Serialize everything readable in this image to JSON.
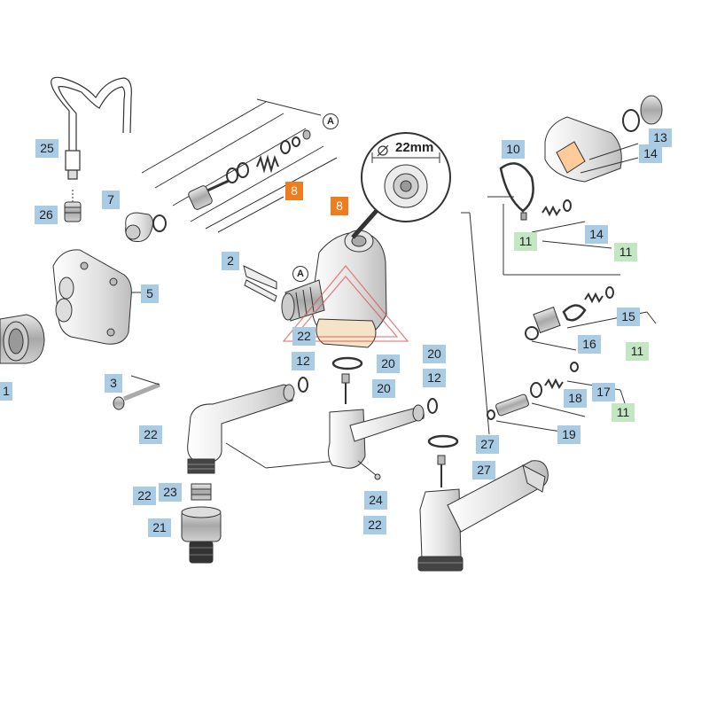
{
  "colors": {
    "label_blue": "#a9cbe4",
    "label_orange": "#ee7d1f",
    "label_green": "#c3e6c3",
    "line": "#333333"
  },
  "callout": {
    "diameter_text": "22mm"
  },
  "markers": {
    "a_top": "A",
    "a_mid": "A"
  },
  "labels": {
    "l25": "25",
    "l26": "26",
    "l7": "7",
    "l8top": "8",
    "l8mid": "8",
    "l2": "2",
    "l5": "5",
    "l1": "1",
    "l3": "3",
    "l22a": "22",
    "l12a": "12",
    "l20a": "20",
    "l20b": "20",
    "l20c": "20",
    "l12b": "12",
    "l22b": "22",
    "l22c": "22",
    "l23": "23",
    "l21": "21",
    "l24": "24",
    "l22d": "22",
    "l27a": "27",
    "l27b": "27",
    "l10": "10",
    "l11a": "11",
    "l13": "13",
    "l14a": "14",
    "l14b": "14",
    "l11b": "11",
    "l15": "15",
    "l16": "16",
    "l11c": "11",
    "l18": "18",
    "l17": "17",
    "l11d": "11",
    "l19": "19"
  }
}
